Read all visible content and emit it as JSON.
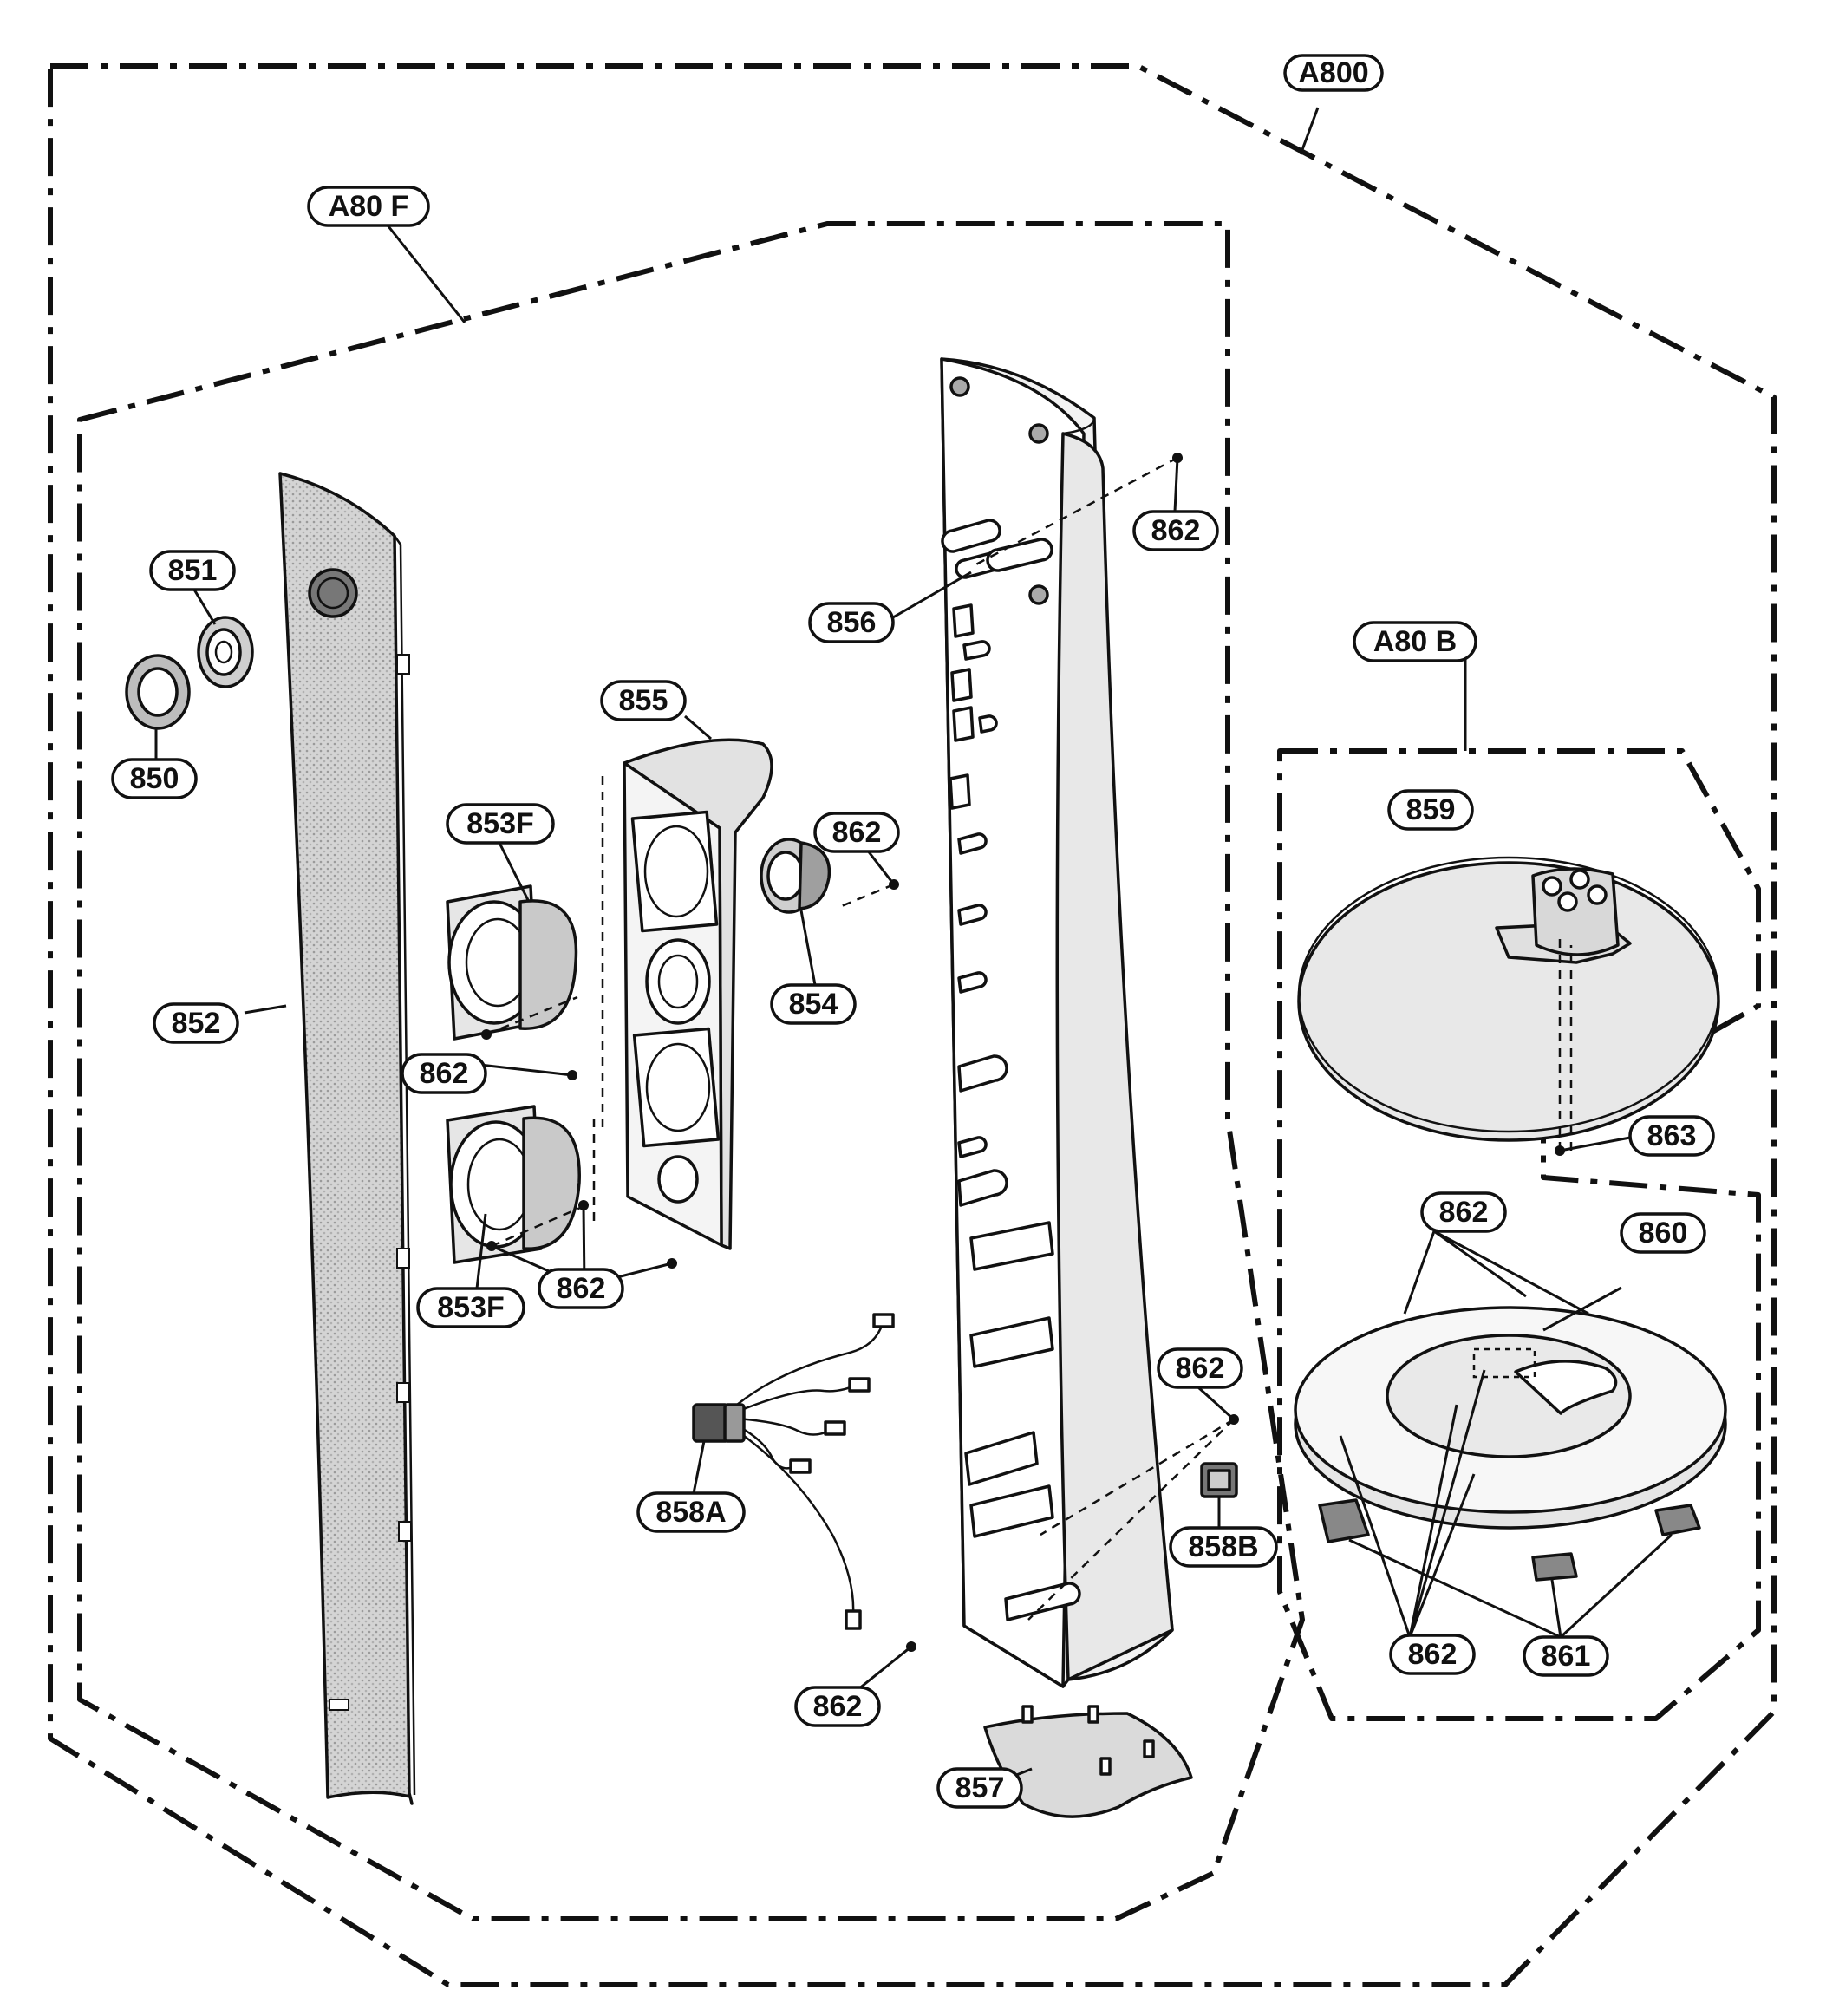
{
  "diagram": {
    "groups": [
      {
        "id": "a800",
        "label": "A800"
      },
      {
        "id": "a80f",
        "label": "A80 F"
      },
      {
        "id": "a80b",
        "label": "A80 B"
      }
    ],
    "callouts": [
      {
        "id": "c850",
        "label": "850"
      },
      {
        "id": "c851",
        "label": "851"
      },
      {
        "id": "c852",
        "label": "852"
      },
      {
        "id": "c853f-top",
        "label": "853F"
      },
      {
        "id": "c853f-bottom",
        "label": "853F"
      },
      {
        "id": "c854",
        "label": "854"
      },
      {
        "id": "c855",
        "label": "855"
      },
      {
        "id": "c856",
        "label": "856"
      },
      {
        "id": "c857",
        "label": "857"
      },
      {
        "id": "c858a",
        "label": "858A"
      },
      {
        "id": "c858b",
        "label": "858B"
      },
      {
        "id": "c859",
        "label": "859"
      },
      {
        "id": "c860",
        "label": "860"
      },
      {
        "id": "c861",
        "label": "861"
      },
      {
        "id": "c862-top-right",
        "label": "862"
      },
      {
        "id": "c862-speaker",
        "label": "862"
      },
      {
        "id": "c862-mid-left",
        "label": "862"
      },
      {
        "id": "c862-lower-mid",
        "label": "862"
      },
      {
        "id": "c862-right-lower",
        "label": "862"
      },
      {
        "id": "c862-bottom",
        "label": "862"
      },
      {
        "id": "c862-base-top",
        "label": "862"
      },
      {
        "id": "c862-base-bottom",
        "label": "862"
      },
      {
        "id": "c863",
        "label": "863"
      }
    ]
  }
}
